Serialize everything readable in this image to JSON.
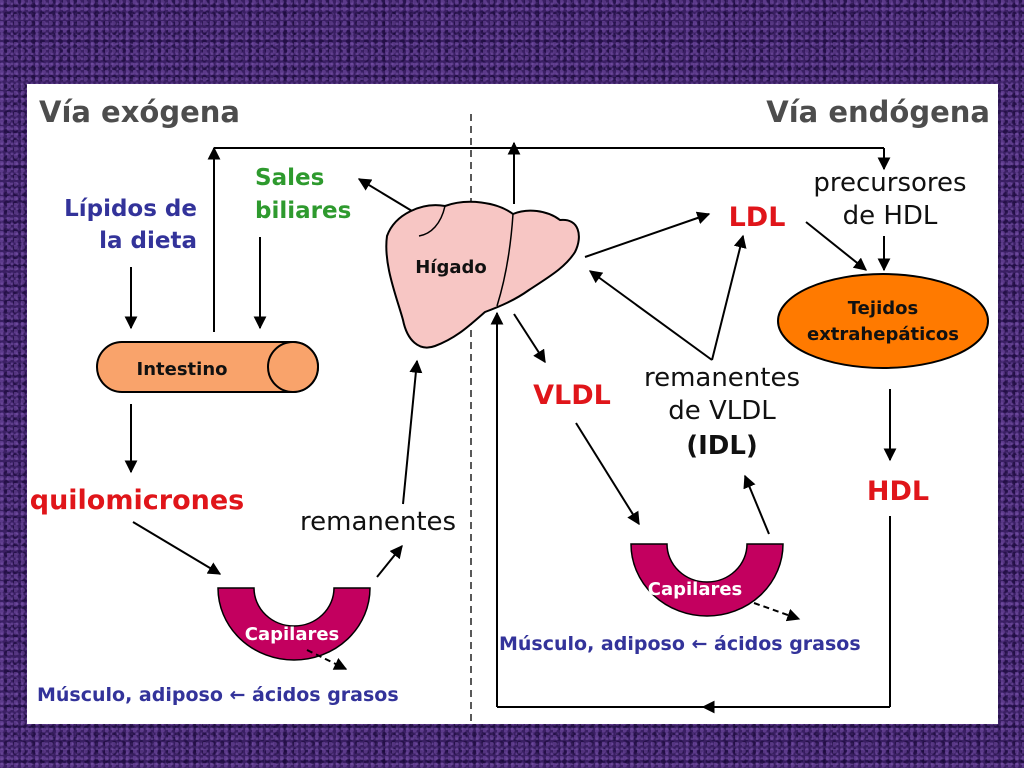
{
  "titles": {
    "left": "Vía exógena",
    "right": "Vía endógena"
  },
  "labels": {
    "lipidos_line1": "Lípidos de",
    "lipidos_line2": "la dieta",
    "sales_line1": "Sales",
    "sales_line2": "biliares",
    "higado": "Hígado",
    "intestino": "Intestino",
    "quilomicrones": "quilomicrones",
    "remanentes": "remanentes",
    "capilares_left": "Capilares",
    "musculo_left": "Músculo, adiposo ← ácidos grasos",
    "ldl": "LDL",
    "precursores_line1": "precursores",
    "precursores_line2": "de HDL",
    "tejidos_line1": "Tejidos",
    "tejidos_line2": "extrahepáticos",
    "vldl": "VLDL",
    "rem_vldl_line1": "remanentes",
    "rem_vldl_line2": "de VLDL",
    "rem_vldl_line3": "(IDL)",
    "hdl": "HDL",
    "capilares_right": "Capilares",
    "musculo_right": "Músculo, adiposo ← ácidos grasos"
  },
  "colors": {
    "background": "#3a1f63",
    "intestine_fill": "#f9a36b",
    "liver_fill": "#f7c6c4",
    "capillary_fill": "#c3005f",
    "tissue_fill": "#ff7a00",
    "title_text": "#4d4d4d",
    "blue_text": "#33339a",
    "green_text": "#2e9a2e",
    "red_text": "#e0151a"
  }
}
